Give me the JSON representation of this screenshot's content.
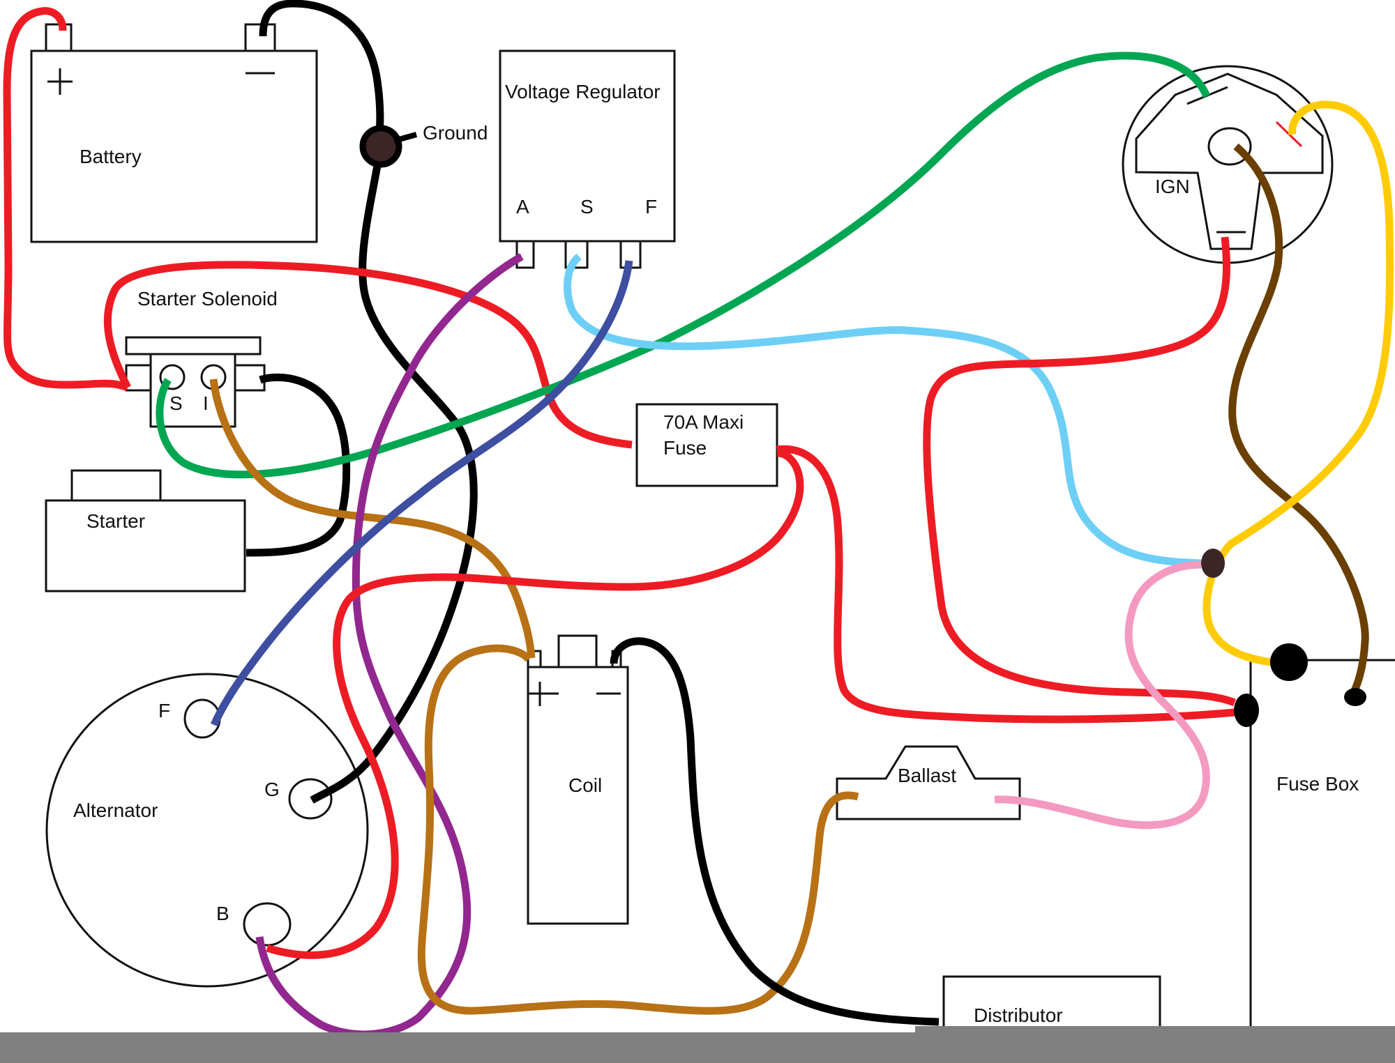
{
  "diagram": {
    "type": "automotive ignition / charging wiring diagram",
    "components": {
      "battery": {
        "label": "Battery",
        "positive_symbol": "+",
        "negative_symbol": "—"
      },
      "ground": {
        "label": "Ground"
      },
      "voltage_regulator": {
        "label": "Voltage Regulator",
        "terminals": [
          "A",
          "S",
          "F"
        ]
      },
      "starter_solenoid": {
        "label": "Starter Solenoid",
        "terminals": [
          "S",
          "I"
        ]
      },
      "starter": {
        "label": "Starter"
      },
      "maxi_fuse": {
        "label_line1": "70A Maxi",
        "label_line2": "Fuse"
      },
      "ignition_switch": {
        "label": "IGN"
      },
      "alternator": {
        "label": "Alternator",
        "terminals": [
          "F",
          "G",
          "B"
        ]
      },
      "coil": {
        "label": "Coil",
        "positive_symbol": "+",
        "negative_symbol": "—"
      },
      "ballast": {
        "label": "Ballast"
      },
      "distributor": {
        "label": "Distributor"
      },
      "fuse_box": {
        "label": "Fuse Box"
      }
    },
    "wire_colors": {
      "red": "#ed1c24",
      "black": "#000000",
      "green": "#00a651",
      "purple": "#92278f",
      "blue": "#3e4ea0",
      "light_blue": "#6dcff6",
      "orange_brown": "#b87115",
      "brown": "#6a3f00",
      "yellow": "#ffcb05",
      "pink": "#f49ac1",
      "splice": "#3b2526"
    },
    "wires": [
      {
        "id": "battery-pos-to-solenoid",
        "color": "red",
        "from": "Battery +",
        "to": "Starter Solenoid battery post"
      },
      {
        "id": "battery-neg-to-ground",
        "color": "black",
        "from": "Battery −",
        "to": "Ground"
      },
      {
        "id": "ground-to-alternator-g",
        "color": "black",
        "from": "Ground",
        "to": "Alternator G"
      },
      {
        "id": "solenoid-to-maxi-fuse",
        "color": "red",
        "from": "Starter Solenoid",
        "to": "70A Maxi Fuse"
      },
      {
        "id": "solenoid-to-starter",
        "color": "black",
        "from": "Starter Solenoid",
        "to": "Starter"
      },
      {
        "id": "solenoid-s-to-ign",
        "color": "green",
        "from": "Solenoid S",
        "to": "IGN start"
      },
      {
        "id": "solenoid-i-to-coil",
        "color": "orange_brown",
        "from": "Solenoid I",
        "to": "Coil +"
      },
      {
        "id": "regulator-a-to-alternator-b",
        "color": "purple",
        "from": "Regulator A",
        "to": "Alternator B"
      },
      {
        "id": "regulator-s-to-splice",
        "color": "light_blue",
        "from": "Regulator S",
        "to": "Splice"
      },
      {
        "id": "regulator-f-to-alternator-f",
        "color": "blue",
        "from": "Regulator F",
        "to": "Alternator F"
      },
      {
        "id": "maxi-fuse-to-alternator-b",
        "color": "red",
        "from": "70A Maxi Fuse",
        "to": "Alternator B"
      },
      {
        "id": "maxi-fuse-to-fuse-box",
        "color": "red",
        "from": "70A Maxi Fuse",
        "to": "Fuse Box"
      },
      {
        "id": "ign-bat-to-fuse-box",
        "color": "red",
        "from": "IGN battery",
        "to": "Fuse Box"
      },
      {
        "id": "ign-acc-to-fuse-box",
        "color": "brown",
        "from": "IGN accessory",
        "to": "Fuse Box"
      },
      {
        "id": "ign-run-to-fuse-box",
        "color": "yellow",
        "from": "IGN run",
        "to": "Fuse Box"
      },
      {
        "id": "splice-to-ballast",
        "color": "pink",
        "from": "Splice",
        "to": "Ballast"
      },
      {
        "id": "ballast-to-coil",
        "color": "orange_brown",
        "from": "Ballast",
        "to": "Coil +"
      },
      {
        "id": "coil-neg-to-distributor",
        "color": "black",
        "from": "Coil −",
        "to": "Distributor"
      }
    ]
  }
}
